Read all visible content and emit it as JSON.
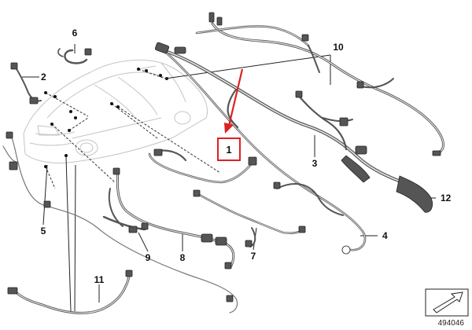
{
  "diagram": {
    "callouts": {
      "c1": "1",
      "c2": "2",
      "c3": "3",
      "c4": "4",
      "c5": "5",
      "c6": "6",
      "c7": "7",
      "c8": "8",
      "c9": "9",
      "c10": "10",
      "c11": "11",
      "c12": "12"
    },
    "reference_number": "494046",
    "highlight_color": "#e02020",
    "arrow_color": "#e02020",
    "icons": [
      "car-outline-icon",
      "wiring-harness-icon",
      "connector-icon",
      "corner-arrow-icon"
    ]
  }
}
